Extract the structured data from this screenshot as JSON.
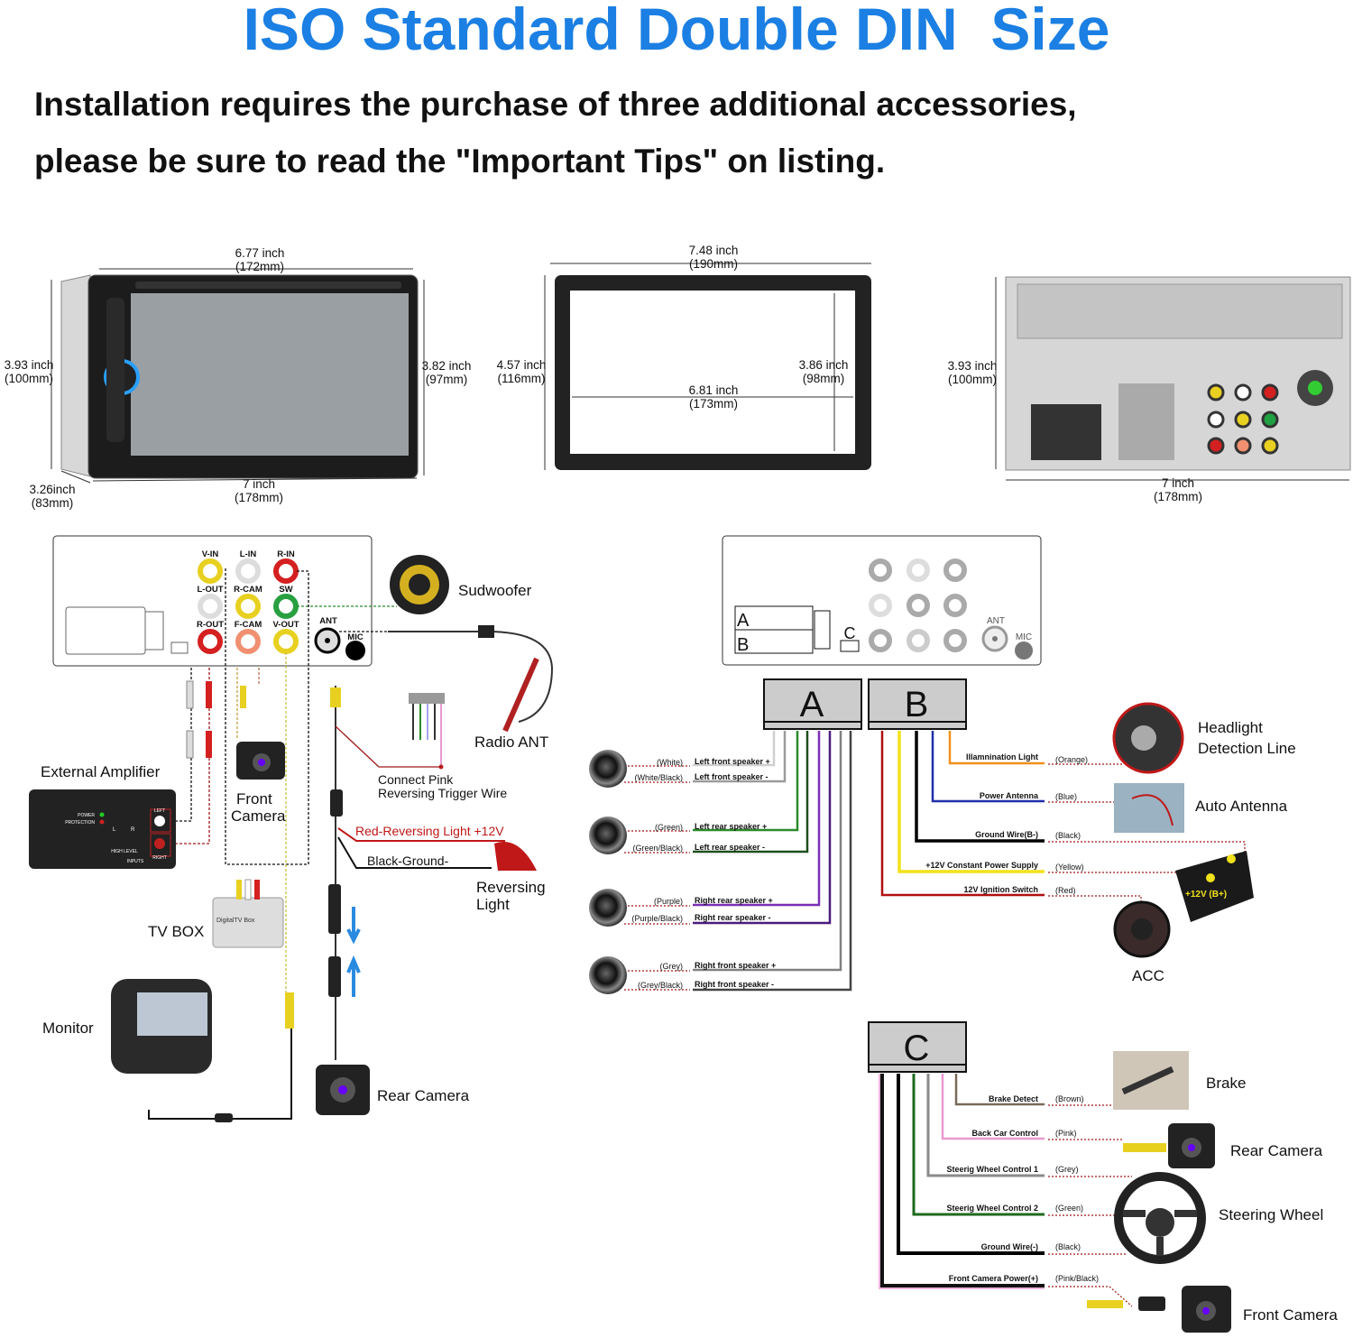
{
  "title": "ISO Standard Double DIN  Size",
  "subtitle": {
    "line1": "Installation requires the purchase of three additional accessories,",
    "line2": "please be sure to read the \"Important Tips\" on listing."
  },
  "dimensions": {
    "unit_width": "6.77 inch",
    "unit_width_mm": "(172mm)",
    "unit_height": "3.93 inch",
    "unit_height_mm": "(100mm)",
    "screen_height": "3.82 inch",
    "screen_height_mm": "(97mm)",
    "unit_depth": "3.26inch",
    "unit_depth_mm": "(83mm)",
    "unit_face_width": "7 inch",
    "unit_face_width_mm": "(178mm)",
    "frame_width": "7.48 inch",
    "frame_width_mm": "(190mm)",
    "frame_height": "4.57 inch",
    "frame_height_mm": "(116mm)",
    "frame_inner_height": "3.86 inch",
    "frame_inner_height_mm": "(98mm)",
    "frame_inner_width": "6.81 inch",
    "frame_inner_width_mm": "(173mm)",
    "back_height": "3.93 inch",
    "back_height_mm": "(100mm)",
    "back_width": "7 inch",
    "back_width_mm": "(178mm)"
  },
  "left_diagram": {
    "jacks": [
      "V-IN",
      "L-IN",
      "R-IN",
      "L-OUT",
      "R-CAM",
      "SW",
      "R-OUT",
      "F-CAM",
      "V-OUT"
    ],
    "ant": "ANT",
    "mic": "MIC",
    "labels": {
      "subwoofer": "Sudwoofer",
      "radio_ant": "Radio ANT",
      "pink_wire_1": "Connect Pink",
      "pink_wire_2": "Reversing Trigger Wire",
      "red_reversing": "Red-Reversing Light +12V",
      "black_ground": "Black-Ground-",
      "reversing_light_1": "Reversing",
      "reversing_light_2": "Light",
      "external_amplifier": "External Amplifier",
      "front_camera_1": "Front",
      "front_camera_2": "Camera",
      "tv_box": "TV BOX",
      "tv_box_brand": "DigitalTV Box",
      "monitor": "Monitor",
      "rear_camera": "Rear Camera"
    },
    "amplifier": {
      "power": "POWER",
      "protection": "PROTECTION",
      "left": "LEFT",
      "right": "RIGHT",
      "high_level": "HIGH LEVEL",
      "inputs": "INPUTS",
      "l": "L",
      "r": "R"
    }
  },
  "right_diagram": {
    "panel": {
      "a": "A",
      "b": "B",
      "c": "C",
      "ant": "ANT",
      "mic": "MIC"
    },
    "harness_a": {
      "label": "A",
      "wires": [
        {
          "color_name": "(White)",
          "function": "Left front speaker +",
          "color": "#cfcfcf"
        },
        {
          "color_name": "(White/Black)",
          "function": "Left front speaker -",
          "color": "#9a9a9a"
        },
        {
          "color_name": "(Green)",
          "function": "Left rear speaker +",
          "color": "#2b8a2b"
        },
        {
          "color_name": "(Green/Black)",
          "function": "Left rear speaker -",
          "color": "#1c4f1c"
        },
        {
          "color_name": "(Purple)",
          "function": "Right rear speaker +",
          "color": "#7a2fb5"
        },
        {
          "color_name": "(Purple/Black)",
          "function": "Right rear speaker -",
          "color": "#4a1c7d"
        },
        {
          "color_name": "(Grey)",
          "function": "Right front speaker +",
          "color": "#808080"
        },
        {
          "color_name": "(Grey/Black)",
          "function": "Right front speaker -",
          "color": "#444444"
        }
      ]
    },
    "harness_b": {
      "label": "B",
      "wires": [
        {
          "function": "Illamnination Light",
          "color_name": "(Orange)",
          "color": "#f0901c"
        },
        {
          "function": "Power Antenna",
          "color_name": "(Blue)",
          "color": "#1f2fa8"
        },
        {
          "function": "Ground Wire(B-)",
          "color_name": "(Black)",
          "color": "#000000"
        },
        {
          "function": "+12V Constant Power Supply",
          "color_name": "(Yellow)",
          "color": "#f2e21a"
        },
        {
          "function": "12V Ignition Switch",
          "color_name": "(Red)",
          "color": "#b01010"
        }
      ],
      "devices": {
        "headlight_1": "Headlight",
        "headlight_2": "Detection Line",
        "auto_antenna": "Auto Antenna",
        "battery": "+12V (B+)",
        "acc": "ACC"
      }
    },
    "harness_c": {
      "label": "C",
      "wires": [
        {
          "function": "Brake Detect",
          "color_name": "(Brown)",
          "color": "#7a6a5a"
        },
        {
          "function": "Back Car Control",
          "color_name": "(Pink)",
          "color": "#e79ad0"
        },
        {
          "function": "Steerig Wheel Control 1",
          "color_name": "(Grey)",
          "color": "#8a8a8a"
        },
        {
          "function": "Steerig Wheel Control 2",
          "color_name": "(Green)",
          "color": "#1e6a1e"
        },
        {
          "function": "Ground Wire(-)",
          "color_name": "(Black)",
          "color": "#000000"
        },
        {
          "function": "Front Camera Power(+)",
          "color_name": "(Pink/Black)",
          "color": "#111111"
        }
      ],
      "devices": {
        "brake": "Brake",
        "rear_camera": "Rear Camera",
        "steering_wheel": "Steering Wheel",
        "front_camera": "Front Camera"
      }
    }
  },
  "colors": {
    "title": "#1b7fe3",
    "dotted_wire": "#a01818"
  }
}
